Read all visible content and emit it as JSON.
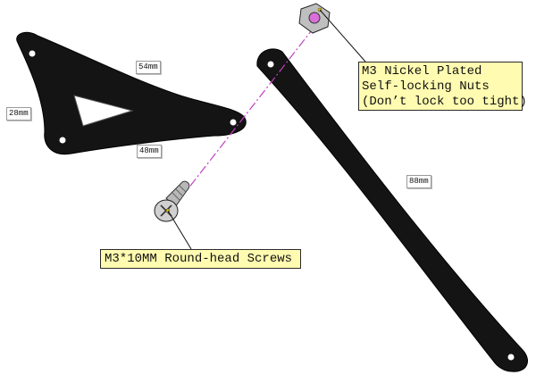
{
  "dimensions": {
    "bracket_top": "54mm",
    "bracket_left": "28mm",
    "bracket_bottom": "48mm",
    "arm_length": "88mm"
  },
  "callouts": {
    "nuts": {
      "line1": "M3 Nickel Plated",
      "line2": "Self-locking Nuts",
      "line3": "(Don’t lock too tight)"
    },
    "screws": {
      "label": "M3*10MM Round-head Screws"
    }
  },
  "colors": {
    "part": "#141414",
    "callout_fill": "#fffbb0",
    "axis_line": "#c040c0"
  }
}
